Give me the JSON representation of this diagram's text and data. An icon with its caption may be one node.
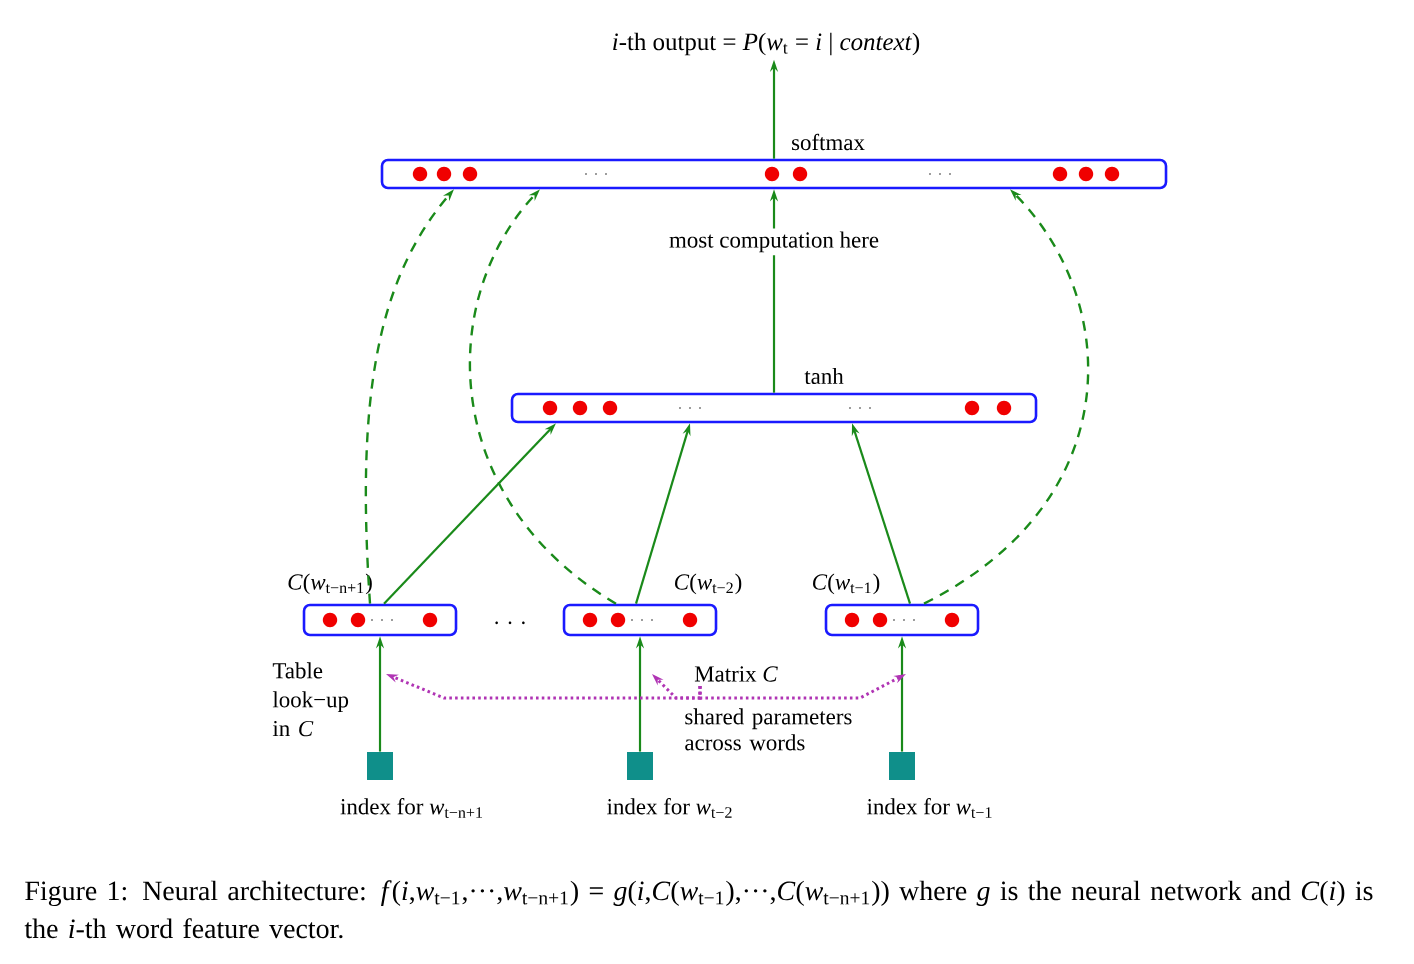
{
  "diagram": {
    "caption": "Figure 1:  Neural architecture: *f*(*i*,*w*$_{t−1}$,···,*w*$_{t−n+1}$) = *g*(*i*,*C*(*w*$_{t−1}$),···,*C*(*w*$_{t−n+1}$)) where *g* is the neural network and *C*(*i*) is the *i*-th word feature vector.",
    "nodes": [
      {
        "text": [
          "softmax"
        ]
      },
      {
        "text": [
          "tanh"
        ]
      },
      {
        "text": [
          "*C*(*w*$_{t−n+1}$)"
        ]
      },
      {
        "text": [
          "*C*(*w*$_{t−2}$)"
        ]
      },
      {
        "text": [
          "*C*(*w*$_{t−1}$)"
        ]
      },
      {
        "text": [
          "index for *w*$_{t−n+1}$"
        ]
      },
      {
        "text": [
          "index for *w*$_{t−2}$"
        ]
      },
      {
        "text": [
          "index for *w*$_{t−1}$"
        ]
      },
      {
        "text": [
          "*i*-th output = *P*(*w*$_{t}$ = *i* | *context*)"
        ]
      },
      {
        "text": [
          "Matrix *C*"
        ]
      }
    ],
    "edges": [
      {
        "from": 0,
        "to": 8,
        "arrow": "to"
      },
      {
        "from": 1,
        "to": 0,
        "arrow": "to",
        "label": "most computation here"
      },
      {
        "from": 2,
        "to": 1,
        "arrow": "to"
      },
      {
        "from": 3,
        "to": 1,
        "arrow": "to"
      },
      {
        "from": 4,
        "to": 1,
        "arrow": "to"
      },
      {
        "from": 2,
        "to": 0,
        "arrow": "to",
        "style": "dashed"
      },
      {
        "from": 3,
        "to": 0,
        "arrow": "to",
        "style": "dashed"
      },
      {
        "from": 4,
        "to": 0,
        "arrow": "to",
        "style": "dashed"
      },
      {
        "from": 5,
        "to": 2,
        "arrow": "to"
      },
      {
        "from": 6,
        "to": 3,
        "arrow": "to"
      },
      {
        "from": 7,
        "to": 4,
        "arrow": "to"
      },
      {
        "from": 9,
        "to": null,
        "arrow": "to",
        "style": "dashed",
        "color": "#b034b4"
      },
      {
        "from": 9,
        "to": null,
        "arrow": "to",
        "style": "dashed",
        "color": "#b034b4"
      },
      {
        "from": 9,
        "to": null,
        "arrow": "to",
        "style": "dashed",
        "color": "#b034b4"
      }
    ],
    "labels": [
      "· · ·",
      "Table look−up in *C*",
      "shared parameters across words"
    ]
  }
}
